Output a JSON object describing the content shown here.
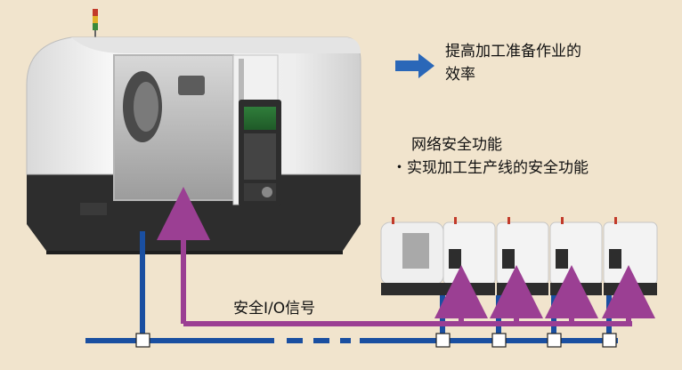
{
  "callout_benefit": {
    "line1": "提高加工准备作业的",
    "line2": "效率"
  },
  "callout_network": {
    "title": "网络安全功能",
    "bullet": "・实现加工生产线的安全功能"
  },
  "signal_label": "安全I/O信号",
  "colors": {
    "background": "#f1e4cd",
    "bus_blue": "#1a4fa1",
    "signal_purple": "#9b3f93",
    "arrow_blue": "#2a67b8",
    "machine_body": "#eeeeee",
    "machine_base": "#2d2d2d"
  },
  "icons": [
    "right-arrow-icon",
    "network-node-icon",
    "signal-arrow-icon",
    "cnc-machine-icon",
    "control-panel-icon",
    "signal-tower-icon"
  ]
}
